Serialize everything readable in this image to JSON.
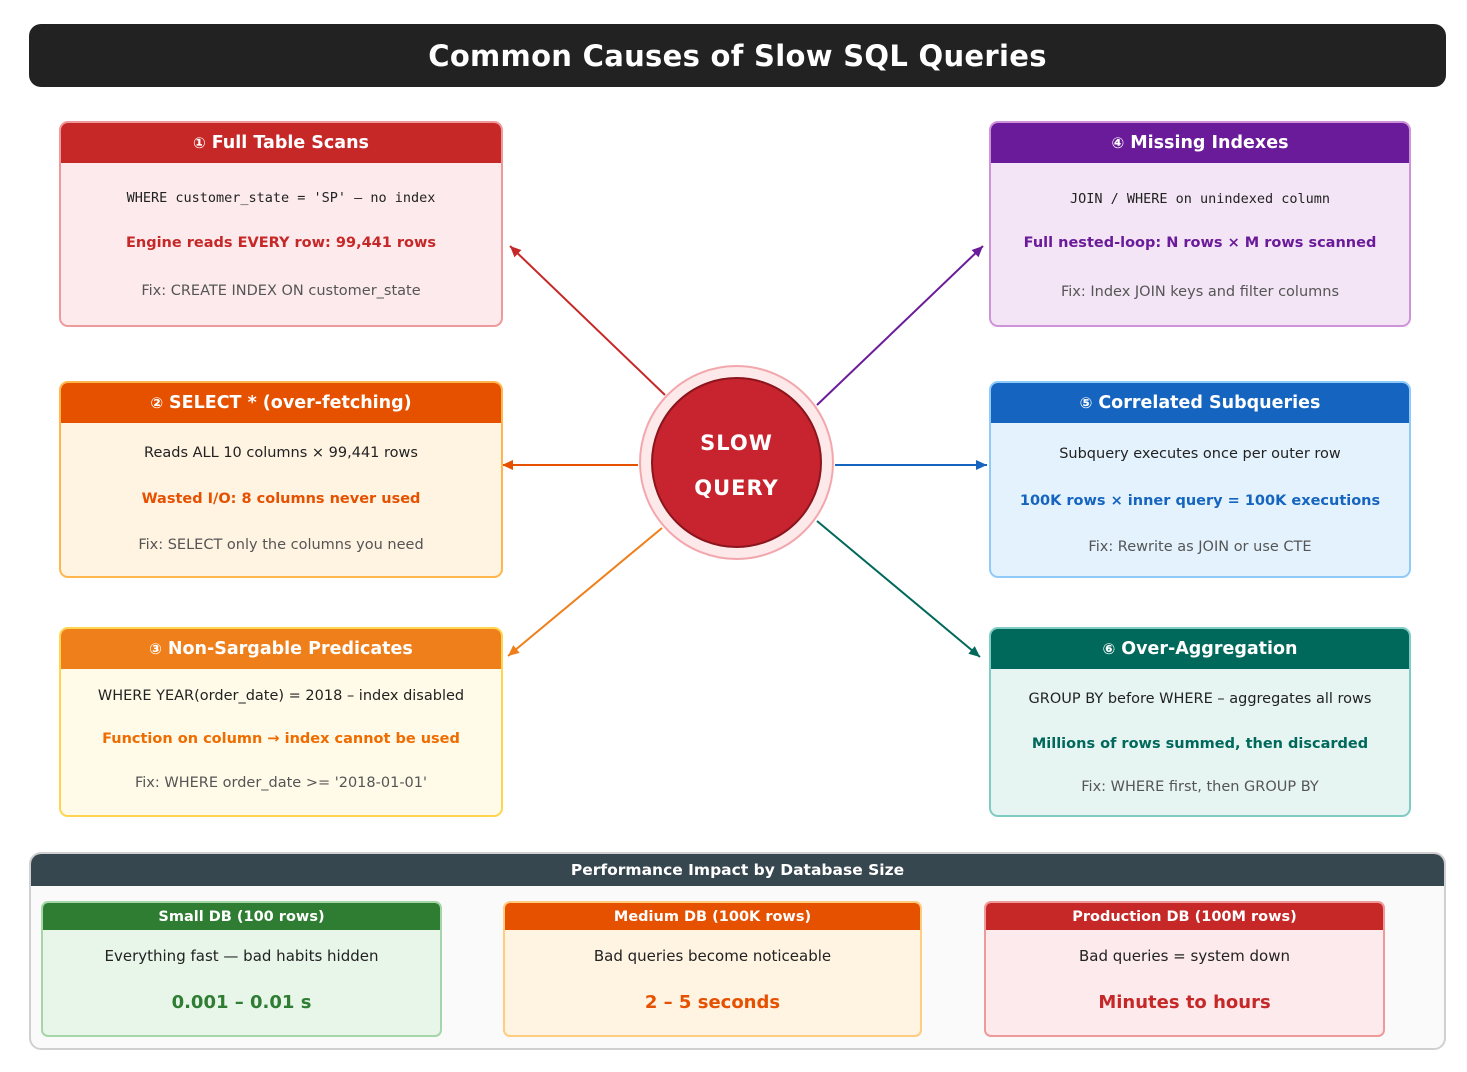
{
  "title": "Common Causes of Slow SQL Queries",
  "center": {
    "line1": "SLOW",
    "line2": "QUERY"
  },
  "causes": [
    {
      "number": "①",
      "title": "Full Table Scans",
      "example": "WHERE customer_state = 'SP' – no index",
      "impact": "Engine reads EVERY row: 99,441 rows",
      "fix": "Fix: CREATE INDEX ON customer_state",
      "header_color": "#c62828",
      "body_color": "#fdeaec",
      "border_color": "#ef9a9a",
      "text_color": "#c62828"
    },
    {
      "number": "②",
      "title": "SELECT * (over-fetching)",
      "example": "Reads ALL 10 columns × 99,441 rows",
      "impact": "Wasted I/O: 8 columns never used",
      "fix": "Fix: SELECT only the columns you need",
      "header_color": "#e65100",
      "body_color": "#fff3e2",
      "border_color": "#ffb74d",
      "text_color": "#e65100"
    },
    {
      "number": "③",
      "title": "Non-Sargable Predicates",
      "example": "WHERE YEAR(order_date) = 2018 – index disabled",
      "impact": "Function on column → index cannot be used",
      "fix": "Fix: WHERE order_date >= '2018-01-01'",
      "header_color": "#ef7f1a",
      "body_color": "#fffbe8",
      "border_color": "#ffd54f",
      "text_color": "#ef6c00"
    },
    {
      "number": "④",
      "title": "Missing Indexes",
      "example": "JOIN / WHERE on unindexed column",
      "impact": "Full nested-loop: N rows × M rows scanned",
      "fix": "Fix: Index JOIN keys and filter columns",
      "header_color": "#6a1b9a",
      "body_color": "#f3e5f5",
      "border_color": "#ce93d8",
      "text_color": "#6a1b9a"
    },
    {
      "number": "⑤",
      "title": "Correlated Subqueries",
      "example": "Subquery executes once per outer row",
      "impact": "100K rows × inner query = 100K executions",
      "fix": "Fix: Rewrite as JOIN or use CTE",
      "header_color": "#1565c0",
      "body_color": "#e3f2fd",
      "border_color": "#90caf9",
      "text_color": "#1565c0"
    },
    {
      "number": "⑥",
      "title": "Over-Aggregation",
      "example": "GROUP BY before WHERE – aggregates all rows",
      "impact": "Millions of rows summed, then discarded",
      "fix": "Fix: WHERE first, then GROUP BY",
      "header_color": "#00695c",
      "body_color": "#e6f5f2",
      "border_color": "#80cbc4",
      "text_color": "#00695c"
    }
  ],
  "performance": {
    "title": "Performance Impact by Database Size",
    "tiers": [
      {
        "label": "Small DB  (100 rows)",
        "description": "Everything fast — bad habits hidden",
        "value": "0.001 – 0.01 s",
        "header_color": "#2e7d32",
        "body_color": "#e8f5e9",
        "border_color": "#a5d6a7",
        "text_color": "#2e7d32"
      },
      {
        "label": "Medium DB  (100K rows)",
        "description": "Bad queries become noticeable",
        "value": "2 – 5 seconds",
        "header_color": "#e65100",
        "body_color": "#fff3e2",
        "border_color": "#ffcc80",
        "text_color": "#e65100"
      },
      {
        "label": "Production DB  (100M rows)",
        "description": "Bad queries = system down",
        "value": "Minutes to hours",
        "header_color": "#c62828",
        "body_color": "#fdeaec",
        "border_color": "#ef9a9a",
        "text_color": "#c62828"
      }
    ]
  }
}
